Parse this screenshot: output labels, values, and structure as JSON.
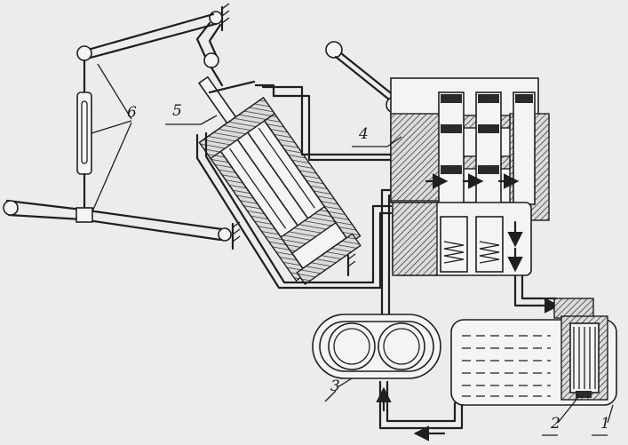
{
  "labels": {
    "tank": "1",
    "filter": "2",
    "pump": "3",
    "valve": "4",
    "cylinder": "5",
    "linkage": "6"
  }
}
